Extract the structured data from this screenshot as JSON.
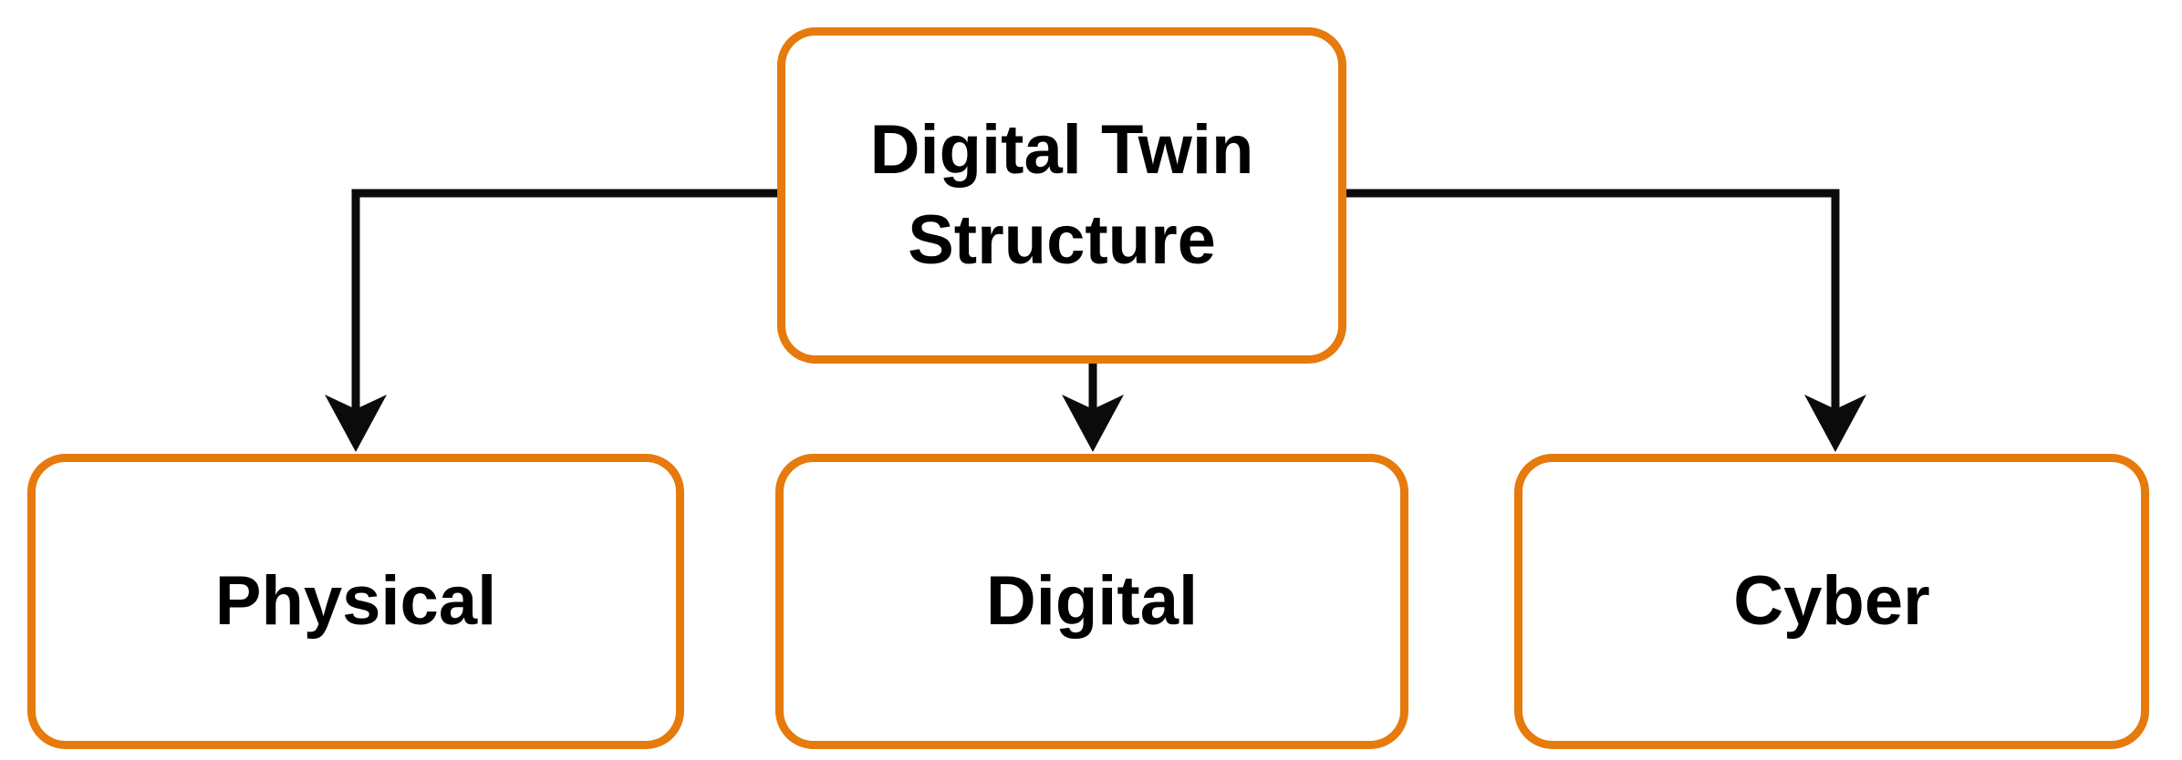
{
  "diagram": {
    "root_node": {
      "id": "root",
      "label": "Digital Twin Structure"
    },
    "child_nodes": [
      {
        "id": "physical",
        "label": "Physical"
      },
      {
        "id": "digital",
        "label": "Digital"
      },
      {
        "id": "cyber",
        "label": "Cyber"
      }
    ],
    "edges": [
      {
        "from": "Digital Twin Structure",
        "to": "Physical",
        "style": "elbow-arrow"
      },
      {
        "from": "Digital Twin Structure",
        "to": "Digital",
        "style": "straight-arrow"
      },
      {
        "from": "Digital Twin Structure",
        "to": "Cyber",
        "style": "elbow-arrow"
      }
    ],
    "colors": {
      "node_border": "#e67a0c",
      "node_fill": "#ffffff",
      "connector": "#0b0b0b",
      "label_text": "#000000",
      "background": "#ffffff"
    }
  }
}
